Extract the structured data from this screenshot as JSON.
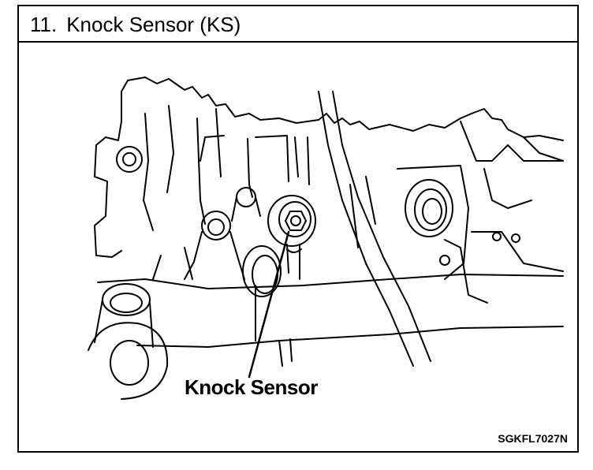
{
  "section": {
    "number": "11.",
    "title": "Knock Sensor (KS)"
  },
  "diagram": {
    "callout_label": "Knock Sensor",
    "figure_code": "SGKFL7027N"
  },
  "colors": {
    "line": "#000000",
    "background": "#ffffff"
  }
}
